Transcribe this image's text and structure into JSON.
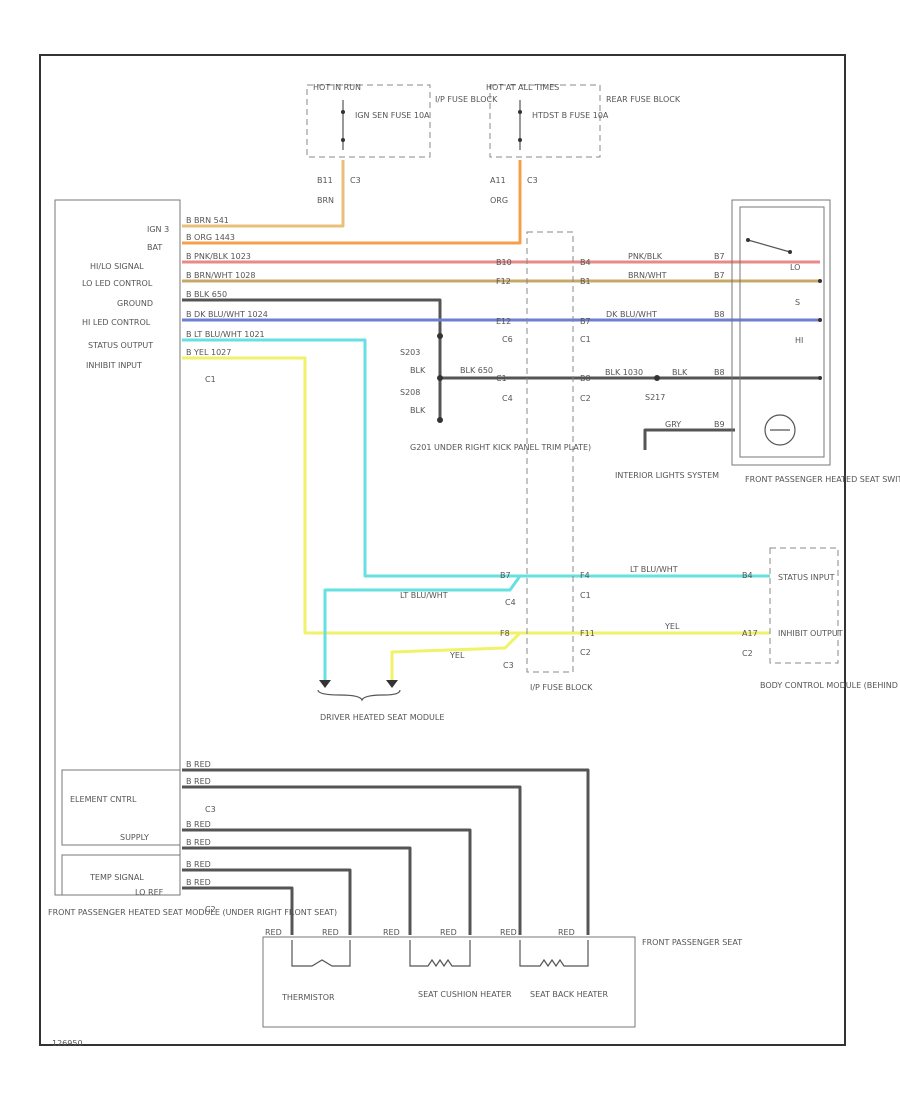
{
  "colors": {
    "brn": "#e8c07a",
    "org": "#f4a04a",
    "pnkblk": "#e78a8a",
    "brnwht": "#c8a868",
    "dkblu": "#6f7fd0",
    "ltblu": "#66e0e0",
    "yel": "#f2f26a",
    "blk": "#555555"
  },
  "fuses": {
    "left_header": "HOT IN RUN",
    "left_name": "IGN SEN FUSE 10A",
    "left_location": "I/P FUSE BLOCK",
    "left_pin": "B11",
    "left_wire": "BRN",
    "left_conn": "C3",
    "right_header": "HOT AT ALL TIMES",
    "right_name": "HTDST B FUSE 10A",
    "right_location": "REAR FUSE BLOCK",
    "right_pin": "A11",
    "right_wire": "ORG",
    "right_conn": "C3"
  },
  "module_labels": {
    "ign": "IGN 3",
    "bat": "BAT",
    "hilo": "HI/LO SIGNAL",
    "loled": "LO LED CONTROL",
    "ground": "GROUND",
    "hiled": "HI LED CONTROL",
    "status": "STATUS OUTPUT",
    "inhibit": "INHIBIT INPUT",
    "element": "ELEMENT CNTRL",
    "supply": "SUPPLY",
    "temp": "TEMP SIGNAL",
    "lorev": "LO REF",
    "conn_c1": "C1",
    "conn_c3": "C3",
    "conn_c2": "C2",
    "name": "FRONT PASSENGER HEATED SEAT MODULE (UNDER RIGHT FRONT SEAT)"
  },
  "wires": {
    "ign": "B BRN 541",
    "bat": "B ORG 1443",
    "hilo": "B PNK/BLK 1023",
    "loled": "B BRN/WHT 1028",
    "ground": "B BLK 650",
    "hiled": "B DK BLU/WHT 1024",
    "status": "B LT BLU/WHT 1021",
    "inhibit": "B YEL 1027"
  },
  "splice": {
    "s1": "S203",
    "s1_wire": "BLK",
    "s2": "S208",
    "s2_wire": "BLK",
    "g": "G201 UNDER RIGHT KICK PANEL TRIM PLATE)",
    "blk_wire": "BLK 650"
  },
  "ip_block": {
    "name": "I/P FUSE BLOCK",
    "hilo_pin": "B10",
    "loled_pin": "F12",
    "hiled_pin": "E12",
    "c6a": "C6",
    "blk_pin": "C1",
    "c1a": "C1",
    "c4": "C4",
    "right_hilo": "B4",
    "right_loled": "B1",
    "right_hiled": "B7",
    "right_blk": "B8",
    "c1b": "C1",
    "c2a": "C2",
    "status_pin": "B7",
    "status_right": "F4",
    "c4b": "C4",
    "c1c": "C1",
    "inhibit_pin": "F8",
    "inhibit_right": "F11",
    "c3": "C3",
    "c2b": "C2"
  },
  "switch": {
    "name": "FRONT PASSENGER HEATED SEAT SWITCH",
    "hilo_wire": "PNK/BLK",
    "loled_wire": "BRN/WHT",
    "hiled_wire": "DK BLU/WHT",
    "pin_hilo": "B7",
    "pin_loled": "B7",
    "pin_hiled": "B8",
    "pin_gnd": "B8",
    "pin_gry": "B9",
    "gry": "GRY",
    "blk_wire": "BLK",
    "lo": "LO",
    "hi": "HI",
    "s": "S",
    "splice": "S217",
    "blk2": "BLK 1030",
    "interior": "INTERIOR LIGHTS SYSTEM"
  },
  "bcm": {
    "status_wire": "LT BLU/WHT",
    "status_pin": "B4",
    "status_label": "STATUS INPUT",
    "inhibit_wire": "YEL",
    "inhibit_pin": "A17",
    "inhibit_label": "INHIBIT OUTPUT",
    "c2": "C2",
    "name": "BODY CONTROL MODULE (BEHIND GLOVE BOX)"
  },
  "driver": {
    "wire1": "LT BLU/WHT",
    "wire2": "YEL",
    "name": "DRIVER HEATED SEAT MODULE"
  },
  "lower": {
    "w1": "B RED",
    "w2": "B RED",
    "w3": "B RED",
    "w4": "B RED",
    "w5": "B RED",
    "w6": "B RED",
    "s1": "RED",
    "s2": "RED",
    "s3": "RED",
    "s4": "RED",
    "s5": "RED",
    "s6": "RED",
    "thermistor": "THERMISTOR",
    "cushion": "SEAT CUSHION HEATER",
    "back": "SEAT BACK HEATER",
    "seat": "FRONT PASSENGER SEAT"
  },
  "footer": "126950"
}
